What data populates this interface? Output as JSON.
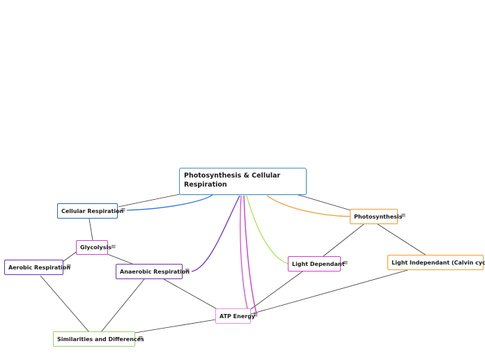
{
  "root": {
    "label": "Photosynthesis & Cellular Respiration",
    "color": "#3a8fd0"
  },
  "nodes": {
    "cellular_respiration": {
      "label": "Cellular Respiration",
      "color": "#2563c9"
    },
    "photosynthesis": {
      "label": "Photosynthesis",
      "color": "#f29a2e"
    },
    "glycolysis": {
      "label": "Glycolysis",
      "color": "#d63ad6"
    },
    "aerobic_respiration": {
      "label": "Aerobic Respiration",
      "color": "#6b2fbf"
    },
    "anaerobic_respiration": {
      "label": "Anaerobic Respiration",
      "color": "#6b2fbf"
    },
    "light_dependant": {
      "label": "Light Dependant",
      "color": "#d63ad6"
    },
    "light_independant": {
      "label": "Light Independant (Calvin cycle)",
      "color": "#f29a2e"
    },
    "atp_energy": {
      "label": "ATP Energy",
      "color": "#e58ee5"
    },
    "similarities": {
      "label": "Similarities and Differences",
      "color": "#9bd26a"
    }
  },
  "menu_icon": "hamburger-menu-icon",
  "menu_glyph": "≡",
  "branch_colors": {
    "cellular": "#2f6ee6",
    "photosynthesis": "#f29a2e",
    "light_dependant": "#a6e64a",
    "atp": "#cc2fcc",
    "anaerobic": "#6a2fd6"
  }
}
